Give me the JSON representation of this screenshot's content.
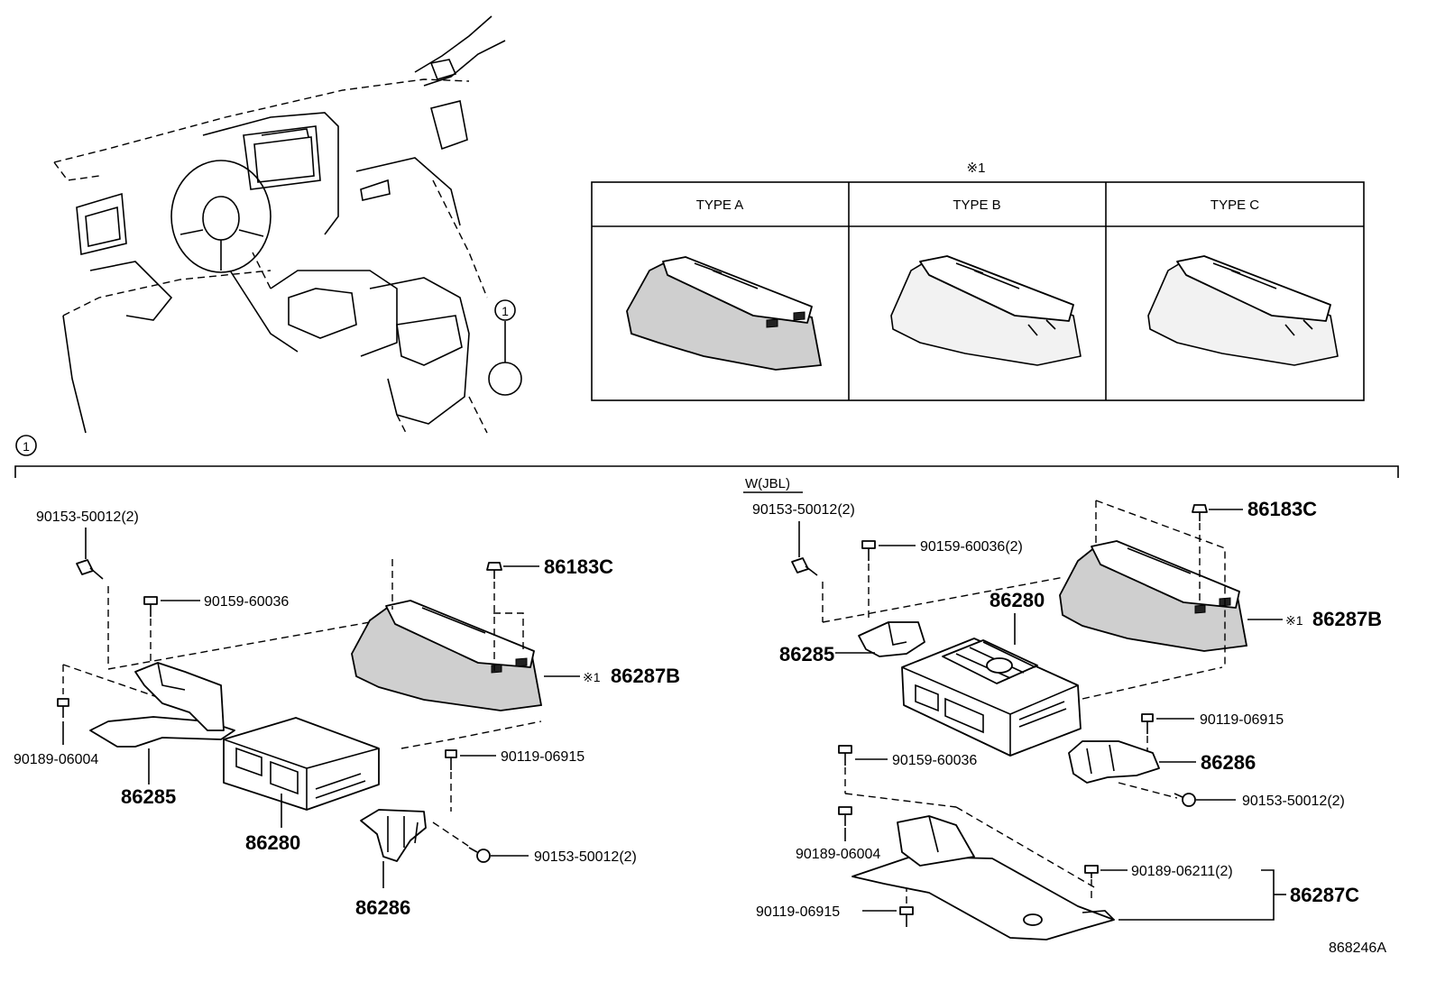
{
  "diagram": {
    "figure_id": "868246A",
    "note_mark": "※1",
    "ref_circle": "1",
    "variant_label": "W(JBL)",
    "type_table": {
      "header_mark": "※1",
      "types": [
        "TYPE A",
        "TYPE B",
        "TYPE C"
      ]
    },
    "left_group": {
      "parts": {
        "p1": "90153-50012(2)",
        "p2": "90159-60036",
        "p3": "90189-06004",
        "p4": "86285",
        "p5": "86280",
        "p6": "86183C",
        "p7": "※1",
        "p7b": "86287B",
        "p8": "90119-06915",
        "p9": "86286",
        "p10": "90153-50012(2)"
      }
    },
    "right_group": {
      "parts": {
        "p1": "90153-50012(2)",
        "p2": "90159-60036(2)",
        "p3": "86280",
        "p4": "86183C",
        "p5": "※1",
        "p5b": "86287B",
        "p6": "86285",
        "p7": "90119-06915",
        "p8": "86286",
        "p9": "90159-60036",
        "p10": "90153-50012(2)",
        "p11": "90189-06004",
        "p12": "90189-06211(2)",
        "p13": "86287C",
        "p14": "90119-06915"
      }
    }
  }
}
